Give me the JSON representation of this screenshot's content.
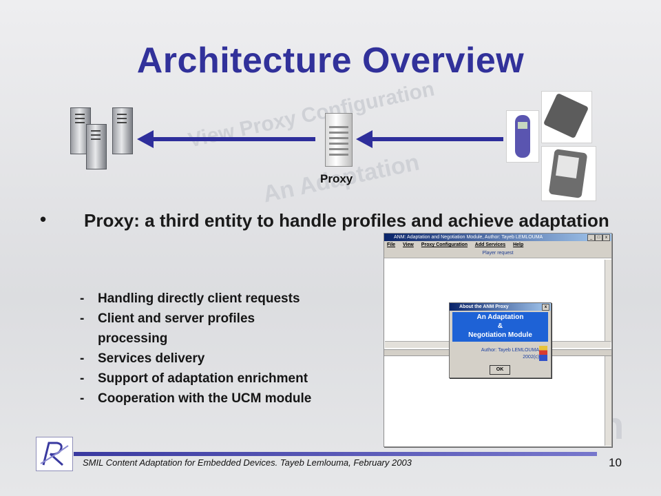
{
  "slide": {
    "title": "Architecture Overview",
    "proxy_label": "Proxy",
    "bullet_char": "•",
    "bullet_text": "Proxy: a third entity to handle profiles and achieve adaptation",
    "subpoints": [
      "Handling directly client requests",
      "Client and server profiles",
      "processing",
      "Services delivery",
      "Support of adaptation enrichment",
      "Cooperation with the UCM module"
    ],
    "dash": "-",
    "footer": "SMIL Content Adaptation for Embedded Devices. Tayeb Lemlouma, February 2003",
    "page_number": "10"
  },
  "app_window": {
    "title": "ANM: Adaptation and Negotiation Module, Author: Tayeb LEMLOUMA",
    "menu": [
      "File",
      "View",
      "Proxy Configuration",
      "Add Services",
      "Help"
    ],
    "panel_title": "Player request",
    "dialog": {
      "title": "About the ANM Proxy",
      "banner_line1": "An Adaptation",
      "banner_line2": "&",
      "banner_line3": "Negotiation Module",
      "author_line1": "Author: Tayeb LEMLOUMA",
      "author_line2": "2002(c)",
      "ok_label": "OK"
    }
  },
  "icons": [
    "server-icon",
    "proxy-server-icon",
    "mobile-phone-icon",
    "pda-icon",
    "arrow-left-icon",
    "logo-icon"
  ],
  "colors": {
    "title": "#31319a",
    "arrow": "#2e2e9b",
    "dialog_banner": "#1e62d6"
  }
}
